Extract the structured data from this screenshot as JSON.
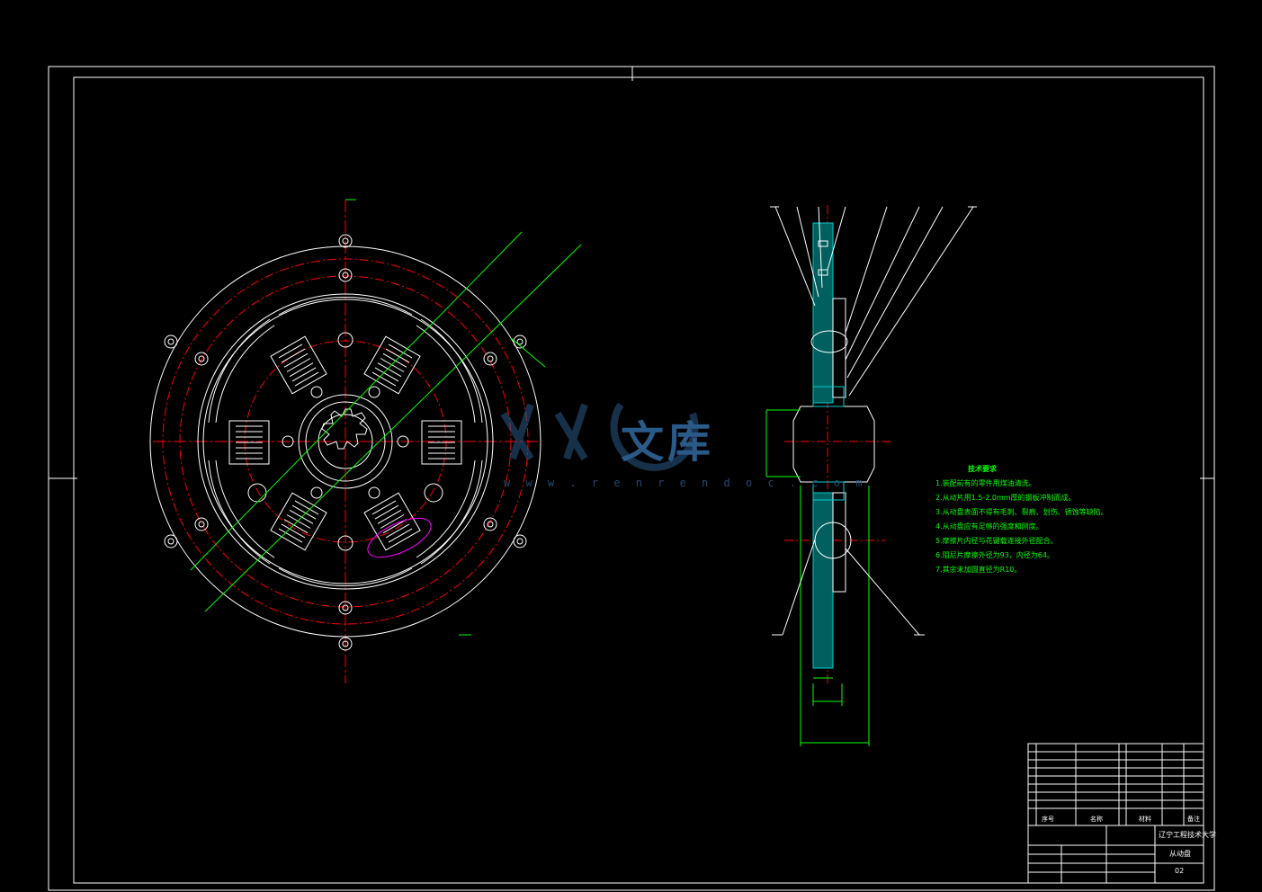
{
  "technical_requirements": {
    "title": "技术要求",
    "items": [
      "1.装配前有的零件用煤油清洗。",
      "2.从动片用1.5-2.0mm厚的钢板冲制而成。",
      "3.从动盘表面不得有毛刺、裂痕、划伤、锈蚀等缺陷。",
      "4.从动盘应有足够的强度和刚度。",
      "5.摩擦片内径与花键载连接外径配合。",
      "6.阻尼片摩擦外径为93，内径为64。",
      "7.其余未加圆直径为R10。"
    ]
  },
  "title_block": {
    "school": "辽宁工程技术大学",
    "drawing_name": "从动盘",
    "drawing_no": "02",
    "header_no": "序号",
    "header_name": "名称",
    "header_material": "材料",
    "header_note": "备注"
  },
  "watermark": {
    "brand": "文库",
    "url": "w w w . r e n r e n d o c . c o m"
  },
  "colors": {
    "background": "#000000",
    "border": "#ffffff",
    "part_lines": "#ffffff",
    "center_lines": "#ff0000",
    "dimension_lines": "#00ff00",
    "section_fill": "#00cccc",
    "highlight": "#ff00ff"
  }
}
